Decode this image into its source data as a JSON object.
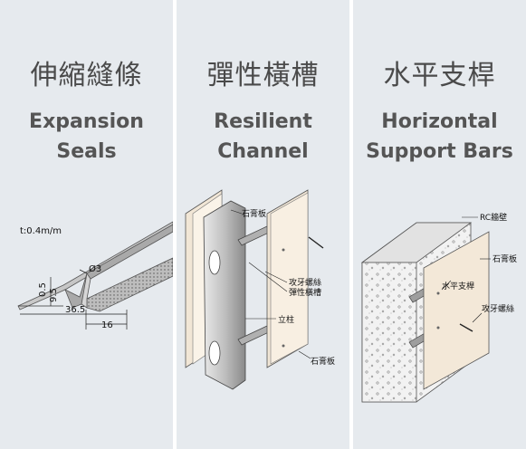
{
  "panels": [
    {
      "cn_title": "伸縮縫條",
      "en_line1": "Expansion",
      "en_line2": "Seals",
      "labels": {
        "spec": "t:0.4m/m",
        "diameter": "Ø3",
        "dim_05": "0.5",
        "dim_95": "9.5",
        "dim_365": "36.5",
        "dim_16": "16"
      }
    },
    {
      "cn_title": "彈性橫槽",
      "en_line1": "Resilient",
      "en_line2": "Channel",
      "labels": {
        "gypsum_top": "石膏板",
        "tapping_screw": "攻牙螺絲",
        "resilient_channel": "彈性橫槽",
        "stud": "立柱",
        "gypsum_bottom": "石膏板"
      }
    },
    {
      "cn_title": "水平支桿",
      "en_line1": "Horizontal",
      "en_line2": "Support Bars",
      "labels": {
        "rc_wall": "RC牆壁",
        "gypsum": "石膏板",
        "support_bar": "水平支桿",
        "tapping_screw": "攻牙螺絲"
      }
    }
  ]
}
